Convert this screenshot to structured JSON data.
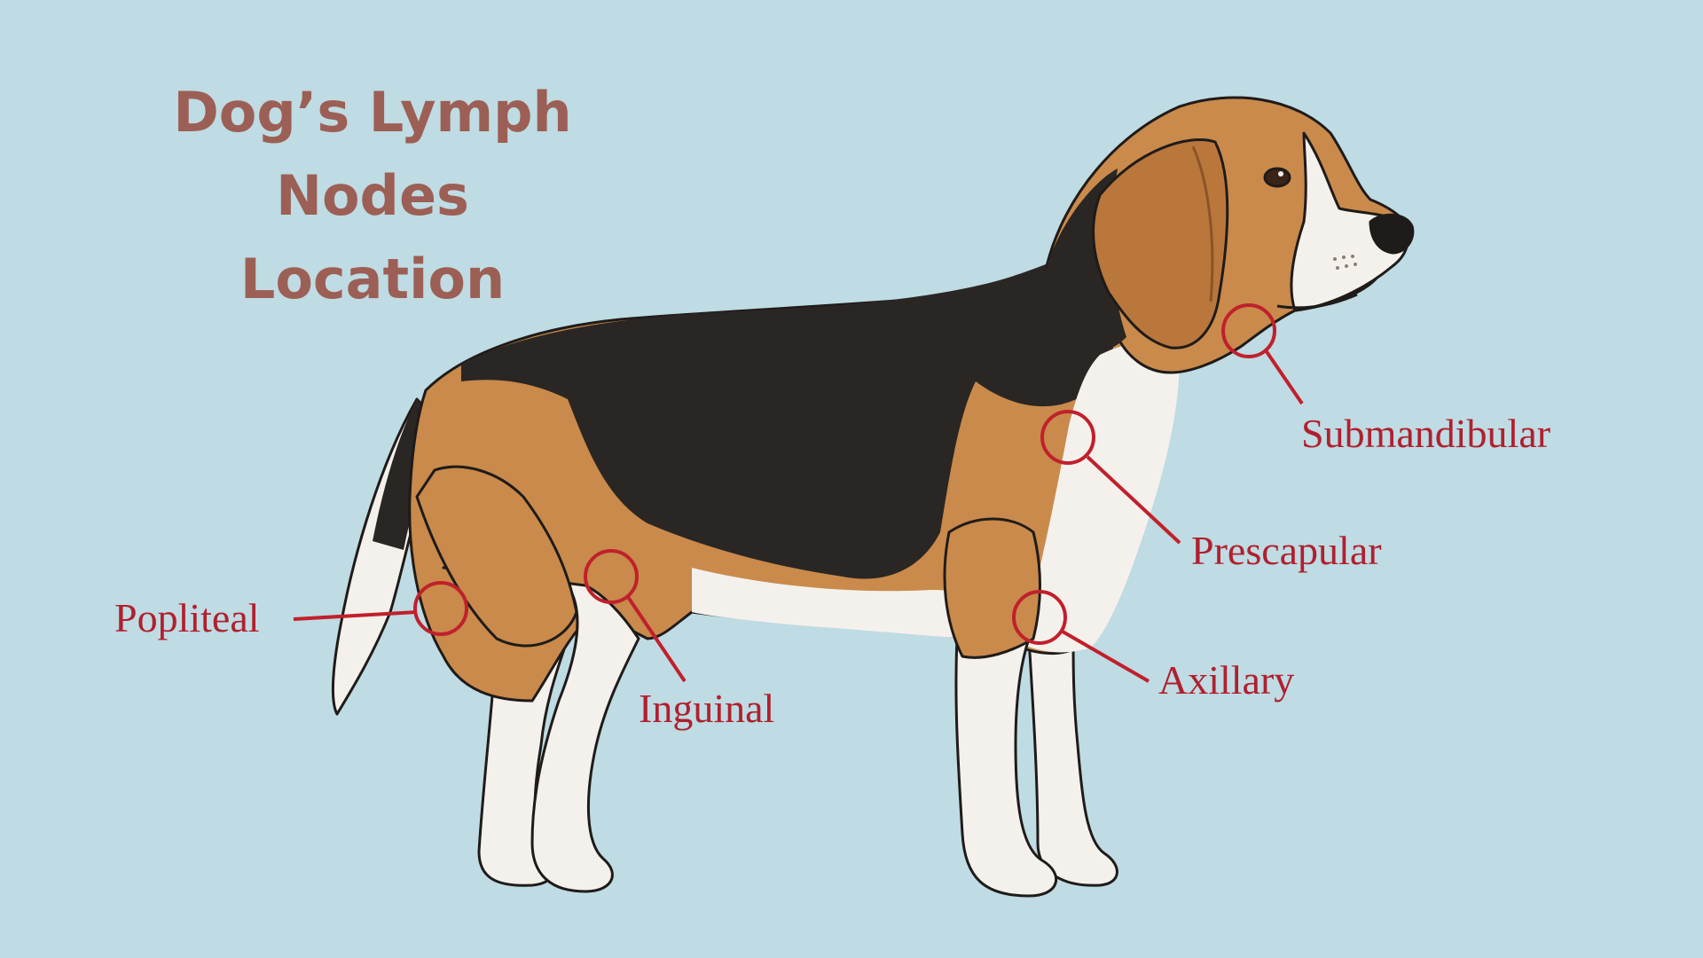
{
  "title": {
    "line1": "Dog’s Lymph Nodes",
    "line2": "Location"
  },
  "colors": {
    "background": "#bfdbe3",
    "title": "#9c5f55",
    "label": "#b0202e",
    "marker": "#c0202c",
    "fur_tan": "#c98a4b",
    "fur_black": "#2a2624",
    "fur_white": "#f4f1ec"
  },
  "subject": "Beagle, side profile facing right",
  "lymph_nodes": [
    {
      "name": "Submandibular",
      "location": "under jaw / throat"
    },
    {
      "name": "Prescapular",
      "location": "front of shoulder"
    },
    {
      "name": "Axillary",
      "location": "armpit, behind front leg"
    },
    {
      "name": "Inguinal",
      "location": "groin, inside hind leg"
    },
    {
      "name": "Popliteal",
      "location": "behind the knee of hind leg"
    }
  ]
}
